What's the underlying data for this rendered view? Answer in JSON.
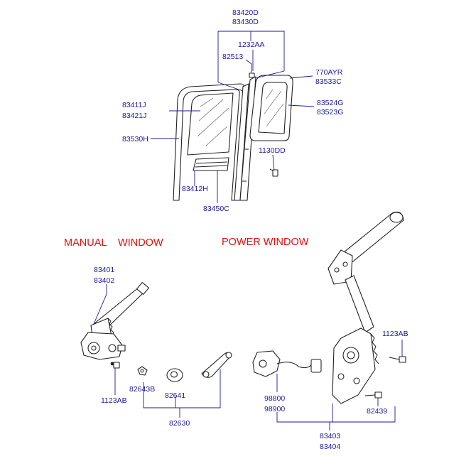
{
  "sections": {
    "manual": "MANUAL    WINDOW",
    "power": "POWER WINDOW"
  },
  "labels": {
    "p83420D": "83420D",
    "p83430D": "83430D",
    "p1232AA": "1232AA",
    "p82513": "82513",
    "p770AYR": "770AYR",
    "p83533C": "83533C",
    "p83411J": "83411J",
    "p83421J": "83421J",
    "p83524G": "83524G",
    "p83523G": "83523G",
    "p83530H": "83530H",
    "p1130DD": "1130DD",
    "p83412H": "83412H",
    "p83450C": "83450C",
    "p83401": "83401",
    "p83402": "83402",
    "p1123AB_manual": "1123AB",
    "p82643B": "82643B",
    "p82641": "82641",
    "p82630": "82630",
    "p1123AB_power": "1123AB",
    "p98800": "98800",
    "p98900": "98900",
    "p82439": "82439",
    "p83403": "83403",
    "p83404": "83404"
  }
}
